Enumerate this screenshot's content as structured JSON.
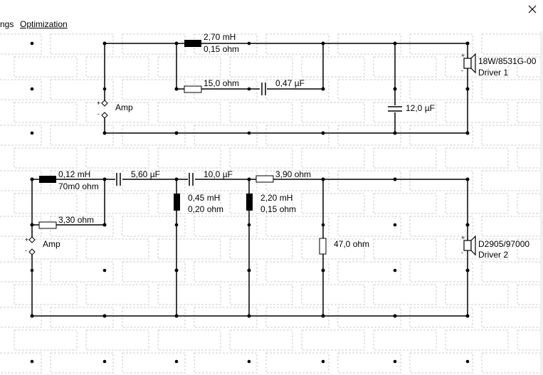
{
  "menubar": {
    "settings_label": "ngs",
    "optimization_label": "Optimization"
  },
  "window": {
    "close_glyph": "✕"
  },
  "circuit1": {
    "l1_value": "2,70 mH",
    "l1_resistance": "0,15 ohm",
    "r1_value": "15,0 ohm",
    "c1_value": "0,47 µF",
    "c2_value": "12,0 µF",
    "amp_label": "Amp",
    "plus": "+",
    "minus": "-",
    "driver_model": "18W/8531G-00",
    "driver_name": "Driver 1"
  },
  "circuit2": {
    "l1_value": "0,12 mH",
    "l1_resistance": "70m0 ohm",
    "r1_value": "3,30 ohm",
    "c1_value": "5,60 µF",
    "c2_value": "10,0 µF",
    "l2_value": "0,45 mH",
    "l2_resistance": "0,20 ohm",
    "l3_value": "2,20 mH",
    "l3_resistance": "0,15 ohm",
    "r2_value": "3,90 ohm",
    "r3_value": "47,0 ohm",
    "amp_label": "Amp",
    "plus": "+",
    "minus": "-",
    "driver_model": "D2905/97000",
    "driver_name": "Driver 2"
  }
}
